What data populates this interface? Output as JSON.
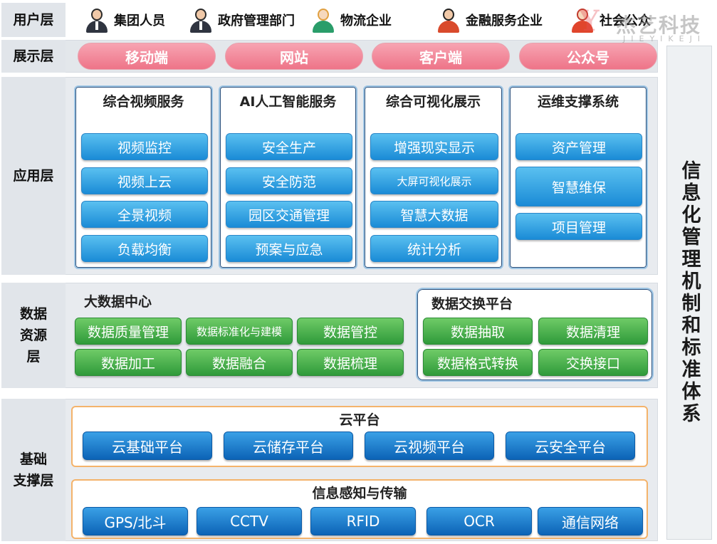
{
  "layers": {
    "user": "用户层",
    "display": "展示层",
    "app": "应用层",
    "data": [
      "数据",
      "资源",
      "层"
    ],
    "infra": [
      "基础",
      "支撑层"
    ]
  },
  "users": [
    {
      "label": "集团人员",
      "icon": "businessman-icon"
    },
    {
      "label": "政府管理部门",
      "icon": "official-icon"
    },
    {
      "label": "物流企业",
      "icon": "female-staff-icon"
    },
    {
      "label": "金融服务企业",
      "icon": "businesswoman-icon"
    },
    {
      "label": "社会公众",
      "icon": "citizen-icon"
    }
  ],
  "display": [
    "移动端",
    "网站",
    "客户端",
    "公众号"
  ],
  "app_panels": [
    {
      "title": "综合视频服务",
      "items": [
        "视频监控",
        "视频上云",
        "全景视频",
        "负载均衡"
      ]
    },
    {
      "title": "AI人工智能服务",
      "items": [
        "安全生产",
        "安全防范",
        "园区交通管理",
        "预案与应急"
      ]
    },
    {
      "title": "综合可视化展示",
      "items": [
        "增强现实显示",
        "大屏可视化展示",
        "智慧大数据",
        "统计分析"
      ]
    },
    {
      "title": "运维支撑系统",
      "items": [
        "资产管理",
        "智慧维保",
        "项目管理"
      ]
    }
  ],
  "data_center": {
    "title": "大数据中心",
    "items": [
      "数据质量管理",
      "数据标准化与建模",
      "数据管控",
      "数据加工",
      "数据融合",
      "数据梳理"
    ]
  },
  "data_exchange": {
    "title": "数据交换平台",
    "items": [
      "数据抽取",
      "数据清理",
      "数据格式转换",
      "交换接口"
    ]
  },
  "cloud": {
    "title": "云平台",
    "items": [
      "云基础平台",
      "云储存平台",
      "云视频平台",
      "云安全平台"
    ]
  },
  "sensing": {
    "title": "信息感知与传输",
    "items": [
      "GPS/北斗",
      "CCTV",
      "RFID",
      "OCR",
      "通信网络"
    ]
  },
  "side": "信息化管理机制和标准体系",
  "watermark": {
    "logo": "Y",
    "cn": "杰艺科技",
    "en": "JIEYIKEJI"
  },
  "colors": {
    "pink": "#ee7488",
    "blue": "#1a8bd6",
    "green": "#2f9a3a",
    "navy": "#0c63b6",
    "orange": "#f4b36b"
  }
}
